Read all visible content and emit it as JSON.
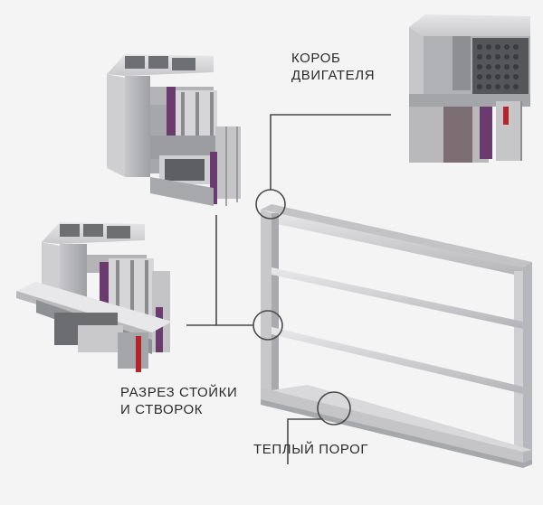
{
  "labels": {
    "motor_box": [
      "КОРОБ",
      "ДВИГАТЕЛЯ"
    ],
    "section": [
      "РАЗРЕЗ СТОЙКИ",
      "И СТВОРОК"
    ],
    "sill": "ТЕПЛЫЙ ПОРОГ"
  },
  "colors": {
    "background": "#f4f4f5",
    "frame": "#d2d2d4",
    "profile": "#bdbdc0",
    "accent_purple": "#6b3a6f",
    "leader_line": "#4a4a4a"
  }
}
